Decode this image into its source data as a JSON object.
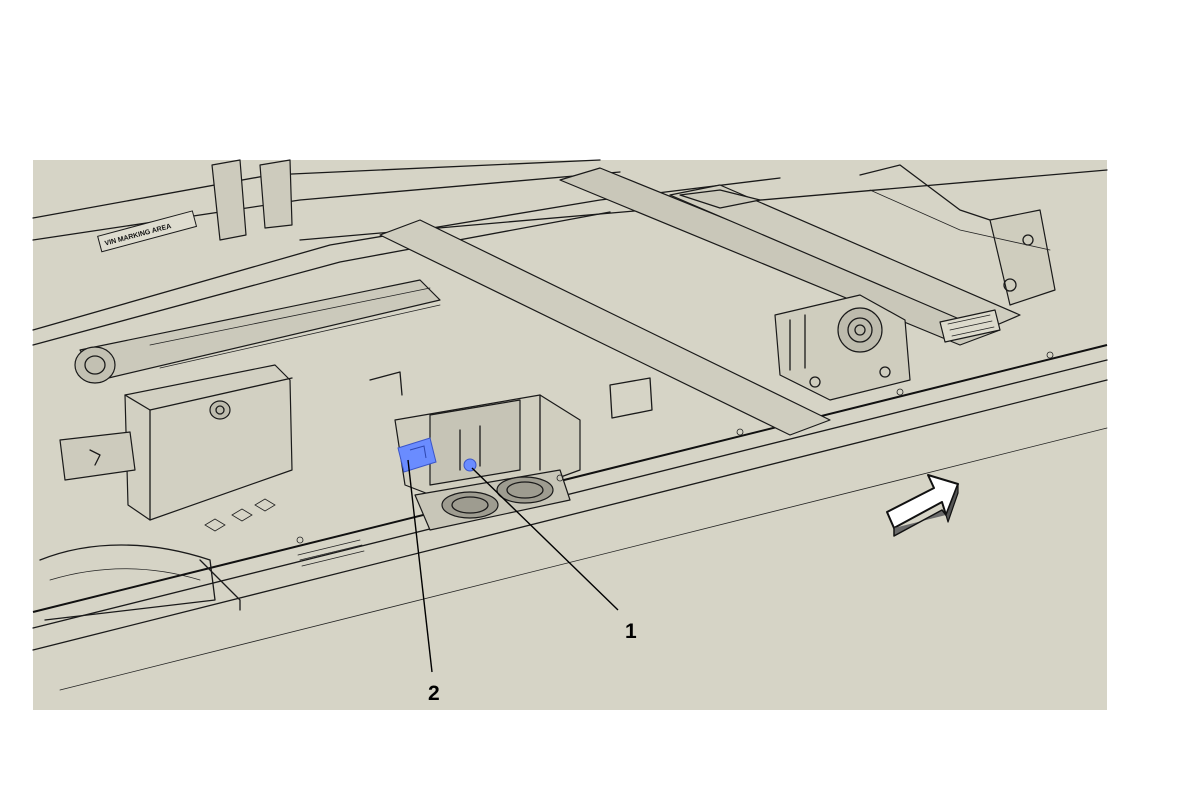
{
  "colors": {
    "background": "#ffffff",
    "panel": "#d6d4c6",
    "panel_shade": "#c4c2b3",
    "line": "#1a1a1a",
    "highlight": "#6a8cff"
  },
  "stamps": {
    "vin_marking_area": "VIN MARKING AREA"
  },
  "callouts": [
    {
      "number": "1"
    },
    {
      "number": "2"
    }
  ],
  "icons": {
    "direction_arrow": "direction-arrow-icon"
  }
}
